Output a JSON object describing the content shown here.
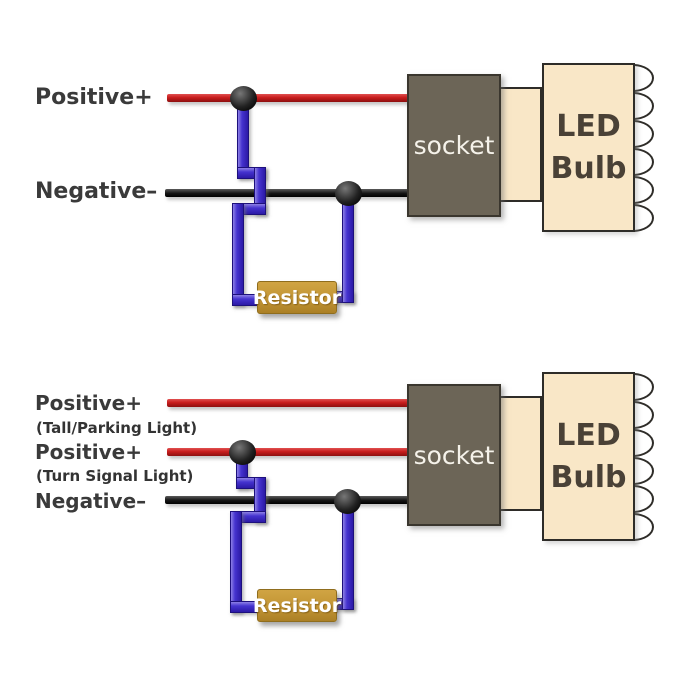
{
  "colors": {
    "background": "#ffffff",
    "positive_wire": "#c81d1d",
    "negative_wire": "#141414",
    "resistor_wire": "#4533cf",
    "socket_fill": "#6c6557",
    "bulb_fill": "#f9e7c7",
    "resistor_fill": "#c29434",
    "label_text": "#3a3a3a"
  },
  "top": {
    "positive_word": "Positive",
    "positive_sign": "+",
    "negative_word": "Negative",
    "negative_sign": "–",
    "socket_label": "socket",
    "bulb_line1": "LED",
    "bulb_line2": "Bulb",
    "resistor_label": "Resistor"
  },
  "bottom": {
    "positive_tail_word": "Positive",
    "positive_tail_sign": "+",
    "positive_tail_sub": "(Tall/Parking Light)",
    "positive_turn_word": "Positive",
    "positive_turn_sign": "+",
    "positive_turn_sub": "(Turn Signal Light)",
    "negative_word": "Negative",
    "negative_sign": "–",
    "socket_label": "socket",
    "bulb_line1": "LED",
    "bulb_line2": "Bulb",
    "resistor_label": "Resistor"
  }
}
